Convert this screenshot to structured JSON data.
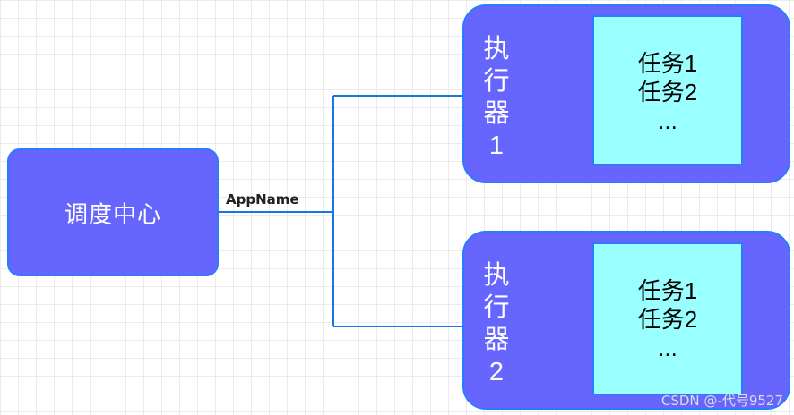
{
  "hub": {
    "label": "调度中心"
  },
  "connector": {
    "label": "AppName"
  },
  "executors": [
    {
      "chars": [
        "执",
        "行",
        "器",
        "1"
      ],
      "tasks": [
        "任务1",
        "任务2",
        "..."
      ]
    },
    {
      "chars": [
        "执",
        "行",
        "器",
        "2"
      ],
      "tasks": [
        "任务1",
        "任务2",
        "..."
      ]
    }
  ],
  "watermark": "CSDN @-代号9527",
  "colors": {
    "node_fill": "#6666ff",
    "node_border": "#2b7bff",
    "task_fill": "#99ffff",
    "line": "#1a73e8"
  }
}
